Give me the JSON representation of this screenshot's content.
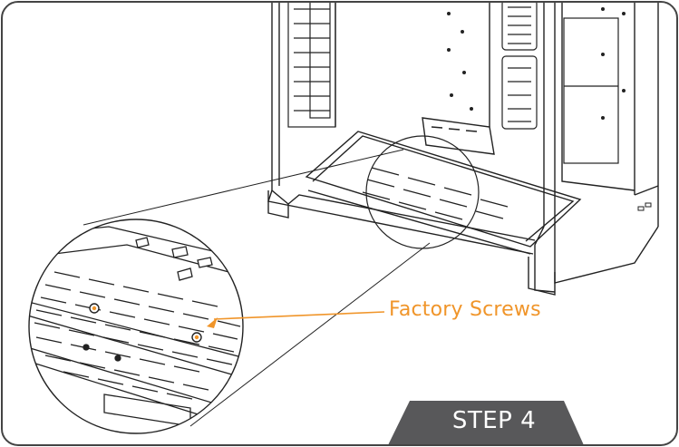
{
  "callout": {
    "label": "Factory Screws",
    "accent_color": "#f0952a"
  },
  "step_badge": {
    "label": "STEP 4",
    "fill_color": "#58585a"
  },
  "frame": {
    "border_color": "#444444"
  },
  "illustration": {
    "subject": "pc-case-bottom-bracket",
    "zoom_detail": "magnified-vented-bracket-with-screws"
  }
}
